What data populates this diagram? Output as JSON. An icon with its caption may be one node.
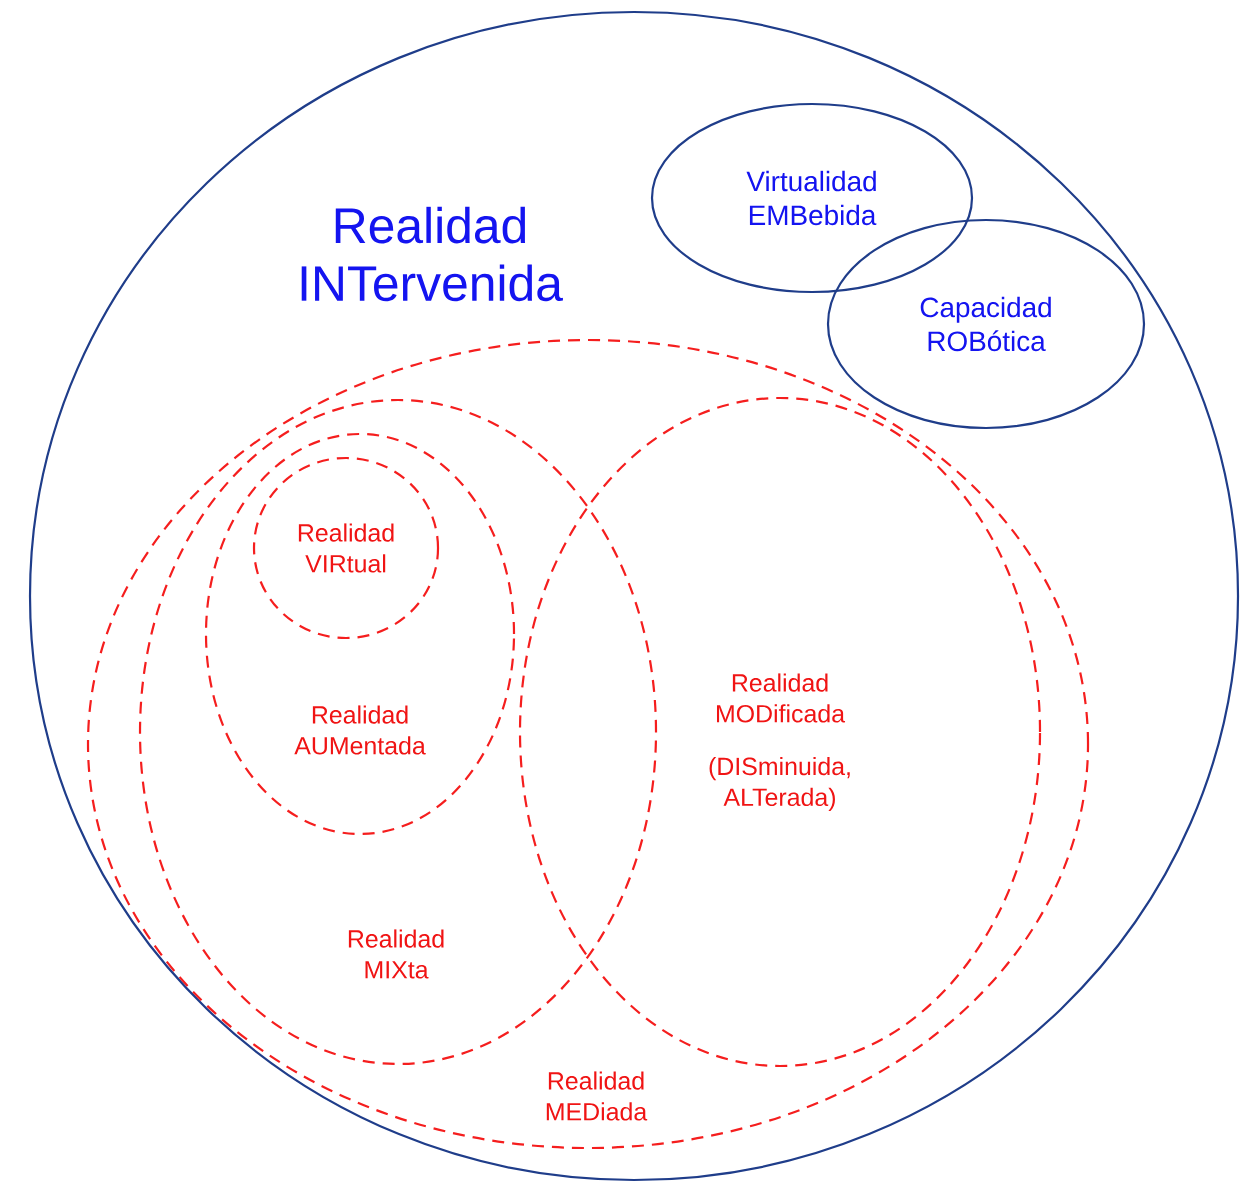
{
  "diagram": {
    "nodes": [
      {
        "text": [
          "Realidad INTervenida"
        ]
      },
      {
        "text": [
          "Virtualidad EMBebida"
        ],
        "in": 0
      },
      {
        "text": [
          "Capacidad ROBótica"
        ],
        "in": 0
      },
      {
        "text": [
          "Realidad MEDiada"
        ],
        "in": 0
      },
      {
        "text": [
          "Realidad MIXta"
        ],
        "in": 3
      },
      {
        "text": [
          "Realidad AUMentada"
        ],
        "in": 4
      },
      {
        "text": [
          "Realidad VIRtual"
        ],
        "in": 5
      },
      {
        "text": [
          "Realidad MODificada",
          "(DISminuida, ALTerada)"
        ],
        "in": 3
      }
    ]
  }
}
